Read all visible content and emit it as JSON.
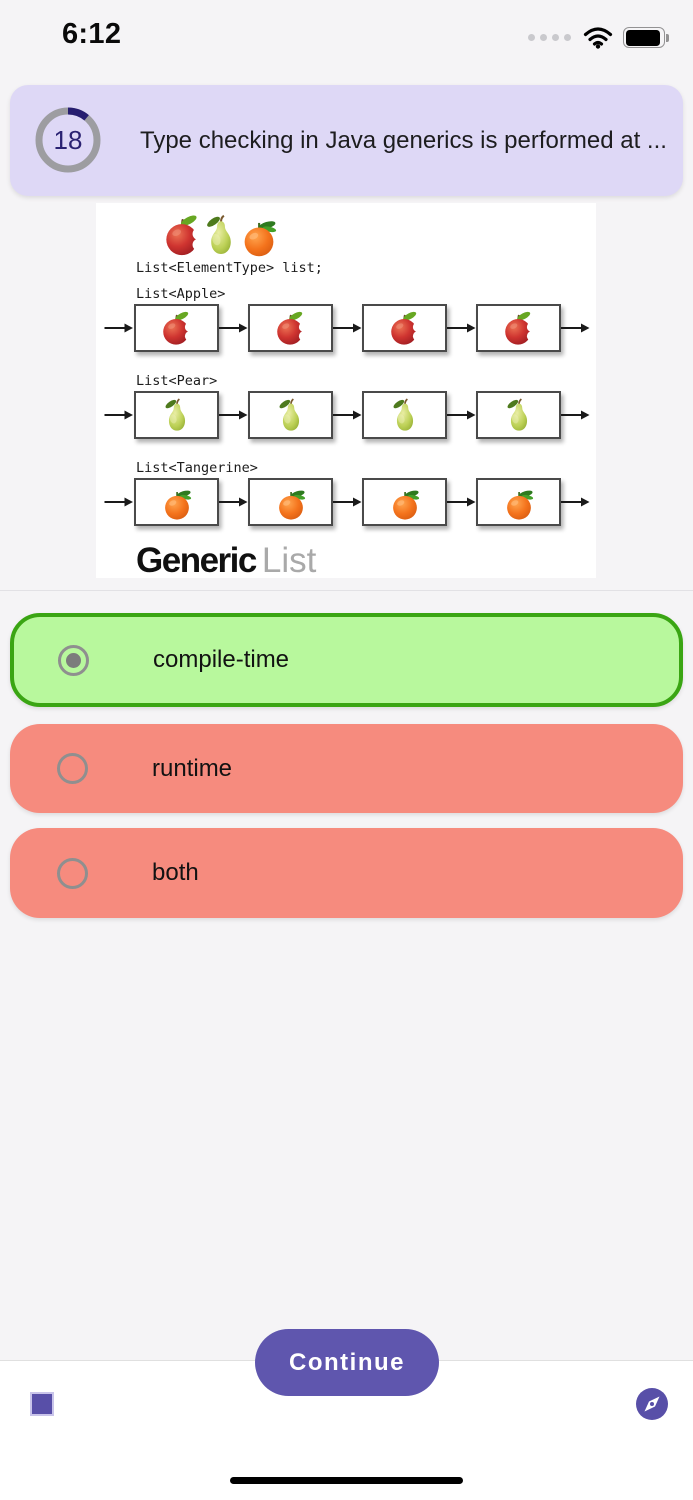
{
  "status_bar": {
    "time": "6:12"
  },
  "question": {
    "timer_value": "18",
    "timer_progress_percent": 10,
    "text": "Type checking in Java generics is performed at ..."
  },
  "diagram": {
    "declaration": "List<ElementType> list;",
    "caption_bold": "Generic",
    "caption_light": "List",
    "rows": [
      {
        "label": "List<Apple>",
        "fruit": "apple",
        "nodes": 4
      },
      {
        "label": "List<Pear>",
        "fruit": "pear",
        "nodes": 4
      },
      {
        "label": "List<Tangerine>",
        "fruit": "tangerine",
        "nodes": 4
      }
    ]
  },
  "options": [
    {
      "label": "compile-time",
      "state": "correct",
      "selected": true
    },
    {
      "label": "runtime",
      "state": "incorrect",
      "selected": false
    },
    {
      "label": "both",
      "state": "incorrect",
      "selected": false
    }
  ],
  "footer": {
    "continue_label": "Continue"
  },
  "icons": [
    "wifi-icon",
    "battery-icon",
    "cellular-dots-icon",
    "timer-ring",
    "apple-icon",
    "pear-icon",
    "tangerine-icon",
    "radio-button",
    "stop-square-icon",
    "compass-icon",
    "home-indicator"
  ],
  "colors": {
    "accent_purple": "#5f56ae",
    "correct_bg": "#b8f89d",
    "correct_border": "#3aa513",
    "incorrect_bg": "#f68b7e",
    "question_card_bg": "#ded8f6",
    "timer_arc": "#261d70",
    "timer_ring": "#9d9da1"
  }
}
